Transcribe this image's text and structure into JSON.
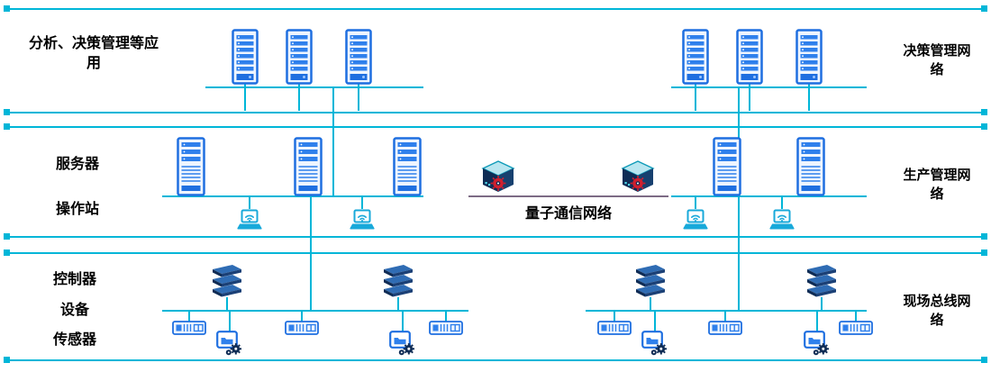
{
  "colors": {
    "line": "#00b6d8",
    "blue": "#1f6fe0",
    "blue-light": "#2f80ec",
    "navy": "#0f2c55",
    "cyan-device": "#18a9da",
    "red": "#d01f2e",
    "quantum-line": "#7d6b85",
    "text": "#000000",
    "bg": "#ffffff"
  },
  "tiers": {
    "decision": {
      "left_label": "分析、决策管理等应用",
      "right_label": "决策管理网络"
    },
    "production": {
      "left_label_1": "服务器",
      "left_label_2": "操作站",
      "center_label": "量子通信网络",
      "right_label": "生产管理网络"
    },
    "field": {
      "left_label_1": "控制器",
      "left_label_2": "设备",
      "left_label_3": "传感器",
      "right_label": "现场总线网络"
    }
  },
  "icons": {
    "server_rack": "server-rack-icon",
    "workstation_tower": "server-tower-icon",
    "laptop_wifi": "laptop-wifi-icon",
    "quantum_switch": "quantum-switch-icon",
    "controller_stack": "controller-stack-icon",
    "io_module": "io-module-icon",
    "field_device": "field-device-icon"
  }
}
